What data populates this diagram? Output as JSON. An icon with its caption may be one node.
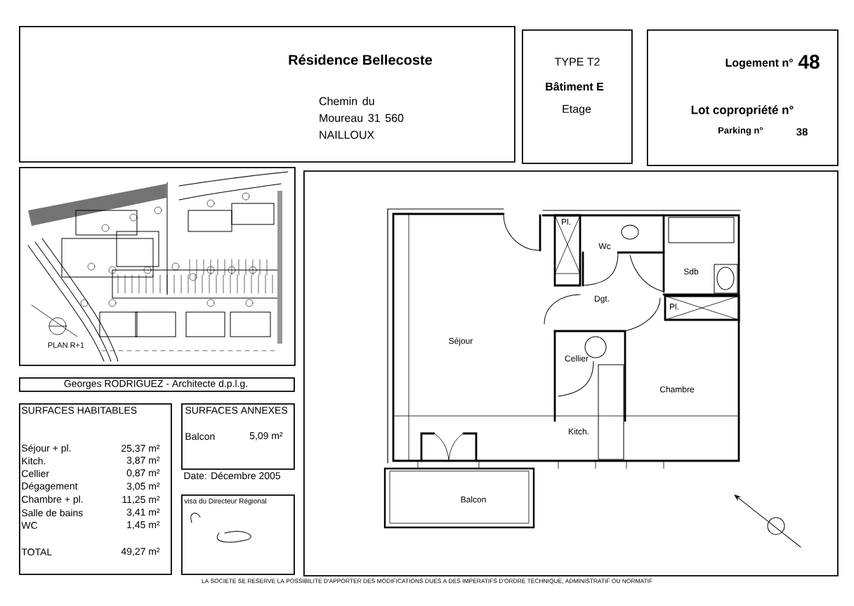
{
  "diagram": {
    "nodes": [
      {
        "text": [
          "Résidence Bellecoste",
          "Chemin du Moureau 31 560 NAILLOUX"
        ]
      },
      {
        "text": [
          "TYPE T2",
          "Bâtiment E",
          "Etage"
        ]
      },
      {
        "text": [
          "Logement n°",
          "48",
          "Lot copropriété n°",
          "Parking n°",
          "38"
        ]
      },
      {
        "text": [
          "PLAN R+1"
        ]
      },
      {
        "text": [
          "Georges RODRIGUEZ - Architecte d.p.l.g."
        ]
      },
      {
        "text": [
          "SURFACES HABITABLES",
          "Séjour + pl.",
          "25,37 m²",
          "Kitch.",
          "3,87 m²",
          "Cellier",
          "0,87 m²",
          "Dégagement",
          "3,05 m²",
          "Chambre + pl.",
          "11,25 m²",
          "Salle de bains",
          "3,41 m²",
          "WC",
          "1,45 m²",
          "TOTAL",
          "49,27 m²"
        ]
      },
      {
        "text": [
          "SURFACES ANNEXES",
          "Balcon",
          "5,09 m²"
        ]
      },
      {
        "text": [
          "visa du Directeur Régional"
        ]
      },
      {
        "text": [],
        "shape": "box"
      }
    ],
    "labels": [
      "Date: Décembre 2005",
      "Pl.",
      "Wc",
      "Sdb",
      "Dgt.",
      "Pl.",
      "Séjour",
      "Cellier",
      "Chambre",
      "Kitch.",
      "Balcon",
      "LA SOCIETE SE RESERVE LA POSSIBILITE D'APPORTER DES MODIFICATIONS DUES A DES IMPERATIFS D'ORDRE TECHNIQUE, ADMINISTRATIF OU NORMATIF"
    ]
  }
}
